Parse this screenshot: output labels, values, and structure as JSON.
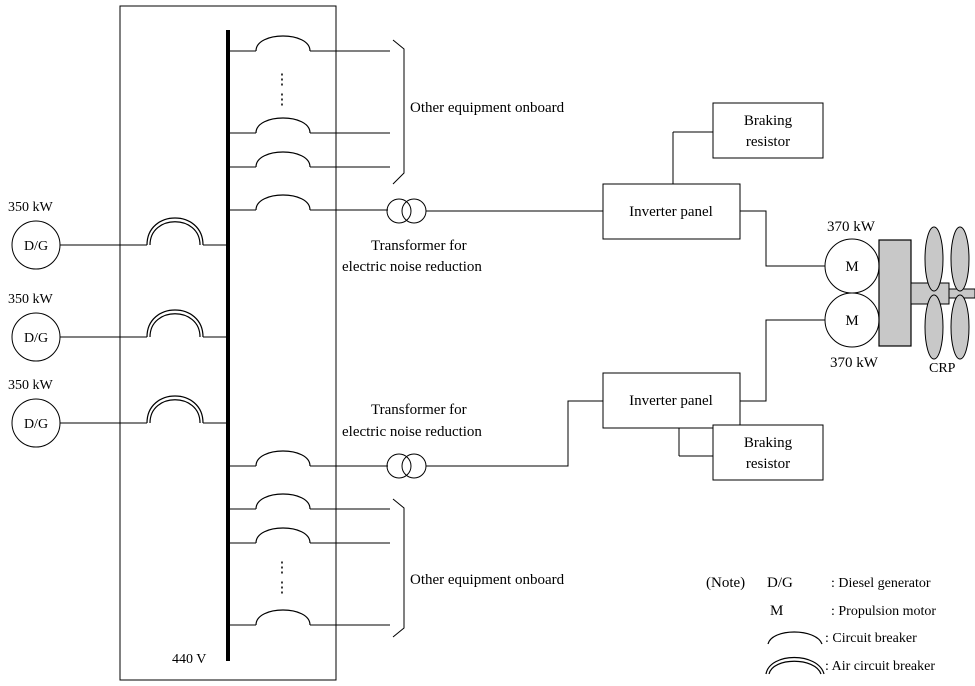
{
  "diagram": {
    "bus_voltage": "440 V",
    "generators": [
      {
        "rating": "350 kW",
        "label": "D/G"
      },
      {
        "rating": "350 kW",
        "label": "D/G"
      },
      {
        "rating": "350 kW",
        "label": "D/G"
      }
    ],
    "other_equipment_top": "Other equipment onboard",
    "other_equipment_bottom": "Other equipment onboard",
    "transformer_top": {
      "line1": "Transformer for",
      "line2": "electric noise reduction"
    },
    "transformer_bottom": {
      "line1": "Transformer for",
      "line2": "electric noise reduction"
    },
    "inverter_top": "Inverter panel",
    "inverter_bottom": "Inverter panel",
    "braking_top": {
      "line1": "Braking",
      "line2": "resistor"
    },
    "braking_bottom": {
      "line1": "Braking",
      "line2": "resistor"
    },
    "motor_top": {
      "rating": "370 kW",
      "label": "M"
    },
    "motor_bottom": {
      "rating": "370 kW",
      "label": "M"
    },
    "propeller_label": "CRP",
    "ellipsis": "⋮"
  },
  "note": {
    "heading": "(Note)",
    "items": [
      {
        "symbol": "D/G",
        "desc": ": Diesel generator"
      },
      {
        "symbol": "M",
        "desc": ": Propulsion motor"
      },
      {
        "symbol": "",
        "desc": ": Circuit breaker"
      },
      {
        "symbol": "",
        "desc": ": Air circuit breaker"
      }
    ]
  }
}
